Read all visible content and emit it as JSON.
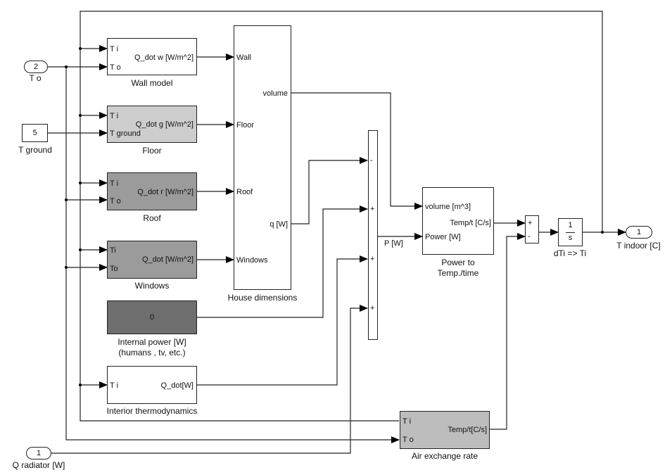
{
  "diagram": {
    "type": "simulink-block-diagram",
    "inports": [
      {
        "id": "to",
        "number": "2",
        "label": "T o"
      },
      {
        "id": "qrad",
        "number": "1",
        "label": "Q radiator  [W]"
      }
    ],
    "constants": [
      {
        "id": "tground",
        "value": "5",
        "label": "T ground"
      }
    ],
    "outports": [
      {
        "id": "tindoor",
        "number": "1",
        "label": "T indoor  [C]"
      }
    ],
    "blocks": {
      "wall": {
        "name": "Wall model",
        "inputs": [
          "T i",
          "T o"
        ],
        "output": "Q_dot w  [W/m^2]"
      },
      "floor": {
        "name": "Floor",
        "inputs": [
          "T i",
          "T ground"
        ],
        "output": "Q_dot g  [W/m^2]"
      },
      "roof": {
        "name": "Roof",
        "inputs": [
          "T i",
          "T o"
        ],
        "output": "Q_dot r  [W/m^2]"
      },
      "windows": {
        "name": "Windows",
        "inputs": [
          "Ti",
          "To"
        ],
        "output": "Q_dot  [W/m^2]"
      },
      "internal": {
        "name_line1": "Internal power  [W]",
        "name_line2": "(humans , tv, etc.)",
        "value": "0"
      },
      "interior": {
        "name": "Interior thermodynamics",
        "inputs": [
          "T i"
        ],
        "output": "Q_dot[W]"
      },
      "house": {
        "name": "House dimensions",
        "inputs": [
          "Wall",
          "Floor",
          "Roof",
          "Windows"
        ],
        "outputs": [
          "volume",
          "q [W]"
        ]
      },
      "sum": {
        "signs": [
          "-",
          "+",
          "+",
          "+"
        ],
        "output_label": "P [W]"
      },
      "power": {
        "name_line1": "Power to",
        "name_line2": "Temp./time",
        "inputs": [
          "volume  [m^3]",
          "Power  [W]"
        ],
        "output": "Temp/t  [C/s]"
      },
      "sum2": {
        "signs": [
          "+",
          "-"
        ]
      },
      "integrator": {
        "numerator": "1",
        "denominator": "s",
        "name": "dTi  => Ti"
      },
      "air": {
        "name": "Air exchange rate",
        "inputs": [
          "T i",
          "T o"
        ],
        "output": "Temp/t[C/s]"
      }
    }
  }
}
